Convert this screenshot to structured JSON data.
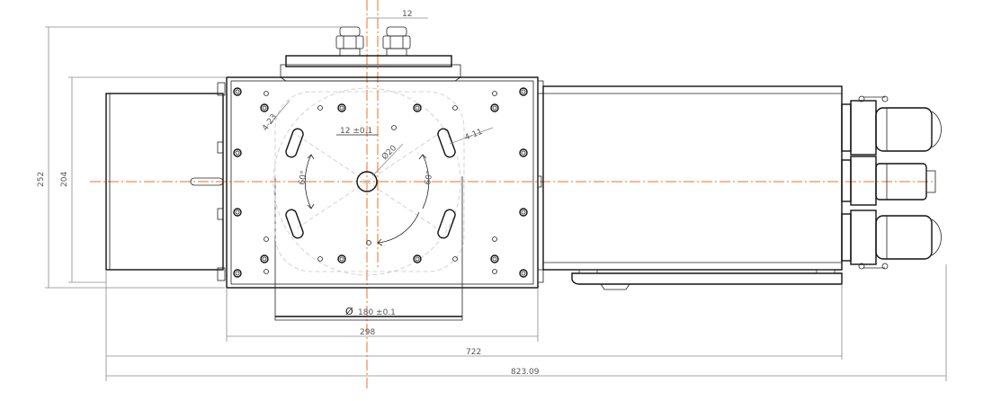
{
  "drawing": {
    "dimensions": {
      "top_offset": "12",
      "overall_height": "252",
      "body_height": "204",
      "shift": "12 ±0.1",
      "center_hole": "Ø20",
      "slot_width": "4-23",
      "slot_hole": "4-11",
      "angle_left": "60°",
      "angle_right": "60°",
      "bore": "180 ±0.1",
      "plate_width": "298",
      "body_length": "722",
      "overall_length": "823.09"
    },
    "diameter_symbol": "Ø",
    "colors": {
      "center_line": "#f07020",
      "outline": "#111111",
      "dimension": "#8a8a8a"
    }
  }
}
